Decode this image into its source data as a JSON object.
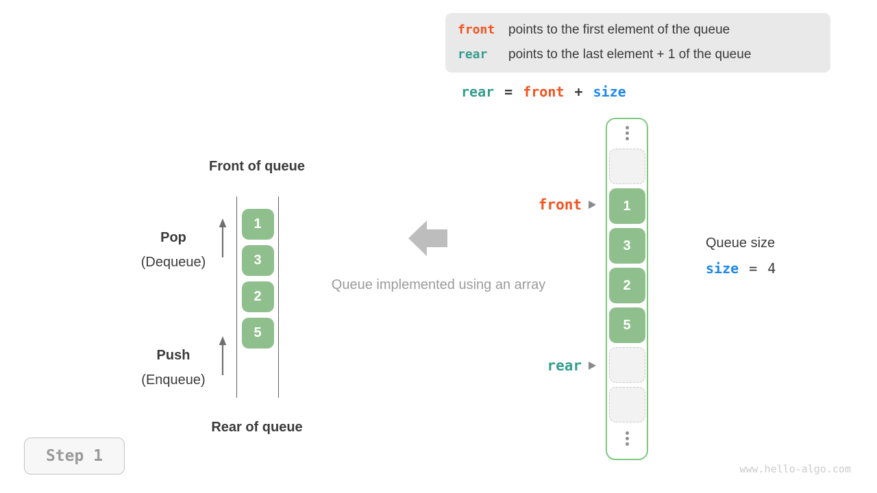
{
  "colors": {
    "front_orange": "#f4511e",
    "rear_teal": "#359c8e",
    "size_blue": "#1e88e5",
    "cell_green": "#8fbf8c",
    "array_border_green": "#7dc87d",
    "text_dark": "#3a3a3a",
    "muted_gray": "#9b9b9b",
    "legend_bg": "#e9e9e9"
  },
  "info_box": {
    "lines": [
      {
        "keyword": "front",
        "text": "points to the first element of the queue"
      },
      {
        "keyword": "rear",
        "text": "points to the last element + 1 of the queue"
      }
    ]
  },
  "formula": {
    "lhs": "rear",
    "eq": "=",
    "op1": "front",
    "plus": "+",
    "op2": "size"
  },
  "left_queue": {
    "front_label": "Front of queue",
    "rear_label": "Rear of queue",
    "pop": {
      "title": "Pop",
      "subtitle": "(Dequeue)"
    },
    "push": {
      "title": "Push",
      "subtitle": "(Enqueue)"
    },
    "values": [
      "1",
      "3",
      "2",
      "5"
    ]
  },
  "middle": {
    "caption": "Queue implemented using an array"
  },
  "array": {
    "cells": [
      {
        "type": "empty"
      },
      {
        "type": "value",
        "value": "1",
        "pointer": "front"
      },
      {
        "type": "value",
        "value": "3"
      },
      {
        "type": "value",
        "value": "2"
      },
      {
        "type": "value",
        "value": "5"
      },
      {
        "type": "empty",
        "pointer": "rear"
      },
      {
        "type": "empty"
      }
    ],
    "pointers": {
      "front": {
        "label": "front"
      },
      "rear": {
        "label": "rear"
      }
    }
  },
  "queue_size": {
    "title": "Queue size",
    "variable": "size",
    "equals": "=",
    "value": "4"
  },
  "step_badge": "Step 1",
  "watermark": "www.hello-algo.com",
  "icons": {
    "pointer_arrow": "right-triangle",
    "vertical_ellipsis": "three-dots",
    "block_arrow": "left-block-arrow",
    "flow_arrow": "up-arrow"
  }
}
